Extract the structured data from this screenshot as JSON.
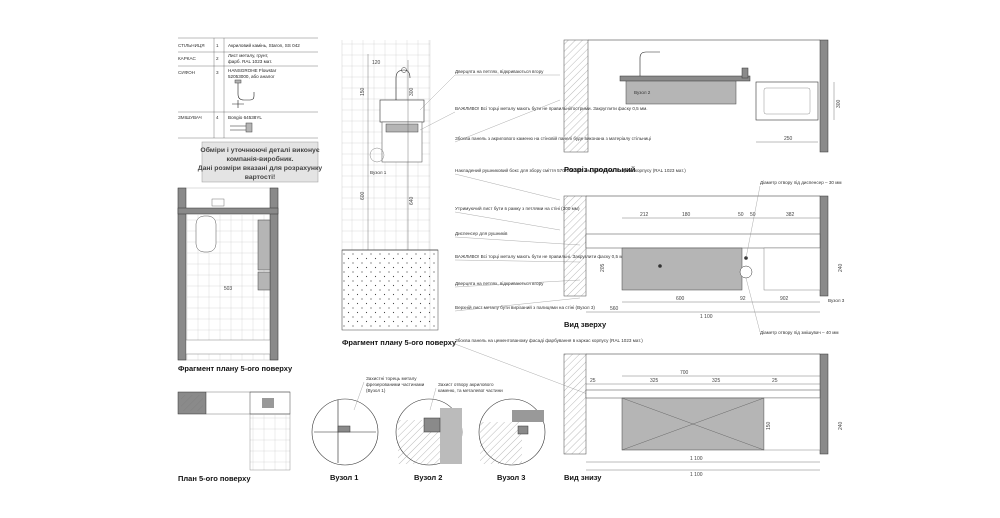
{
  "materials_table": [
    {
      "label": "СТІЛЬНИЦЯ",
      "num": "1",
      "desc": [
        "Акриловий камінь, Staron, SS 042"
      ]
    },
    {
      "label": "КАРКАС",
      "num": "2",
      "desc": [
        "Лист металу, грунт,",
        "фарб. RAL 1023 мат."
      ]
    },
    {
      "label": "СИФОН",
      "num": "3",
      "desc": [
        "HANSGROHE Flowstar",
        "52053000, або аналог"
      ]
    },
    {
      "label": "ЗМІШУВАЧ",
      "num": "4",
      "desc": [
        "Bongio 64538YL"
      ]
    }
  ],
  "notice": [
    "Обміри і уточнюючі деталі виконує",
    "компанія-виробник.",
    "Дані розміри вказані для розрахунку",
    "вартості!"
  ],
  "captions": {
    "fragment_plan_left": "Фрагмент плану 5-ого поверху",
    "plan_5th": "План 5-ого поверху",
    "fragment_plan_center": "Фрагмент плану 5-ого поверху",
    "node1": "Вузол 1",
    "node2": "Вузол 2",
    "node3": "Вузол 3",
    "section": "Розріз продольний",
    "top_view": "Вид зверху",
    "bottom_view": "Вид знизу"
  },
  "labels": {
    "node1_ref": "Вузол 1",
    "node2_ref": "Вузол 2",
    "node3_ref": "Вузол 3",
    "plan_dim": "503"
  },
  "notes": [
    "Дверцята на петлях, відкриваються вгору",
    "ВАЖЛИВО! Всі торці металу мають бути не правильні/гострими. Закруглити фаску 0,5 мм.",
    "Збоєва панель з акрилового каменю на стіновій панелі буде виконана з матеріалу стільниці",
    "Накладений рушниковий бокс для збору сміття 570*200*110 мм, кріплений в каркас корпусу (RAL 1023 мат.)",
    "Утримуючий лист бути в рамку з петлями на стіні (300 мм)",
    "Диспенсер для рушників",
    "ВАЖЛИВО! Всі торці металу мають бути не правильні. Закруглити фаску 0,5 мм.",
    "Дверцята на петлях, відкриваються вгору",
    "Верхній лист металу бути вирізаний з палицями на стіні (Вузол 3)",
    "Збоєва панель на цементованому фасаді фарбування в каркас корпусу (RAL 1023 мат.)"
  ],
  "node_notes": {
    "node1": [
      "Захистні торець металу",
      "фрезерованими частинами",
      "(Вузол 1)"
    ],
    "node2": [
      "Захист отвору акрилового",
      "каменю, та металевої частини"
    ]
  },
  "center_dims": [
    "120",
    "150",
    "600",
    "300",
    "640"
  ],
  "section_dims": [
    "250",
    "300"
  ],
  "section_label": "Вузол 2",
  "top_view_dims": [
    "212",
    "180",
    "50",
    "50",
    "382",
    "600",
    "92",
    "902",
    "560",
    "1 100",
    "205",
    "240"
  ],
  "top_view_notes": [
    "Діаметр отвору під диспенсер – 30 мм",
    "Діаметр отвору під змішувач – 40 мм"
  ],
  "bottom_view_dims": [
    "700",
    "25",
    "325",
    "325",
    "25",
    "1 100",
    "1 100",
    "240",
    "150"
  ]
}
